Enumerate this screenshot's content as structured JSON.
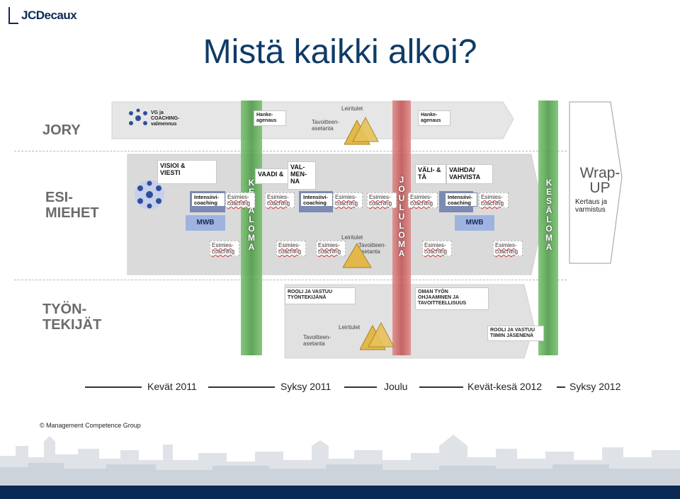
{
  "brand": {
    "logo_text": "JCDecaux"
  },
  "slide": {
    "title": "Mistä kaikki alkoi?",
    "copyright": "© Management Competence Group"
  },
  "rows": {
    "jory": "JORY",
    "esi_1": "ESI-",
    "esi_2": "MIEHET",
    "tyon_1": "TYÖN-",
    "tyon_2": "TEKIJÄT"
  },
  "jory": {
    "vg_1": "VG ja",
    "vg_2": "COACHING-",
    "vg_3": "valmennus",
    "hanke1_1": "Hanke-",
    "hanke1_2": "agenaus",
    "hanke2_1": "Hanke-",
    "hanke2_2": "agenaus",
    "leiri": "Leiritulet",
    "tav_1": "Tavoitteen-",
    "tav_2": "asetanta"
  },
  "esi": {
    "visioi_1": "VISIOI &",
    "visioi_2": "VIESTI",
    "vaadi": "VAADI &",
    "valmenna_1": "VAL-",
    "valmenna_2": "MEN-",
    "valmenna_3": "NA",
    "vali_1": "VÄLI- &",
    "vali_2": "TÄ",
    "vaihda_1": "VAIHDA/",
    "vaihda_2": "VAHVISTA",
    "intensiivi_1": "Intensiivi-",
    "intensiivi_2": "coaching",
    "esimies_1": "Esimies-",
    "esimies_2": "coaching",
    "mwb": "MWB",
    "leiri": "Leiritulet",
    "tav_1": "Tavoitteen-",
    "tav_2": "asetanta"
  },
  "tyon": {
    "roolia_1": "ROOLI JA VASTUU",
    "roolia_2": "TYÖNTEKIJÄNÄ",
    "oman_1": "OMAN TYÖN",
    "oman_2": "OHJAAMINEN JA",
    "oman_3": "TAVOITTEELLISUUS",
    "roolib_1": "ROOLI JA VASTUU",
    "roolib_2": "TIIMIN JÄSENENÄ",
    "leiri": "Leiritulet",
    "tav_1": "Tavoitteen-",
    "tav_2": "asetanta"
  },
  "wrapup": {
    "title_1": "Wrap-",
    "title_2": "UP",
    "sub_1": "Kertaus ja",
    "sub_2": "varmistus"
  },
  "breaks": {
    "kesaloma1": [
      "K",
      "E",
      "S",
      "Ä",
      "L",
      "O",
      "M",
      "A"
    ],
    "jouluoma": [
      "J",
      "O",
      "U",
      "L",
      "U",
      "L",
      "O",
      "M",
      "A"
    ],
    "kesaloma2": [
      "K",
      "E",
      "S",
      "Ä",
      "L",
      "O",
      "M",
      "A"
    ]
  },
  "timeline": {
    "p1": "Kevät 2011",
    "p2": "Syksy 2011",
    "p3": "Joulu",
    "p4": "Kevät-kesä 2012",
    "p5": "Syksy 2012"
  },
  "colors": {
    "title": "#0f3b66",
    "green_band": "#5fa857",
    "red_band": "#d36a6a",
    "navy": "#0a2a55",
    "mwb": "#9fb3e0"
  }
}
